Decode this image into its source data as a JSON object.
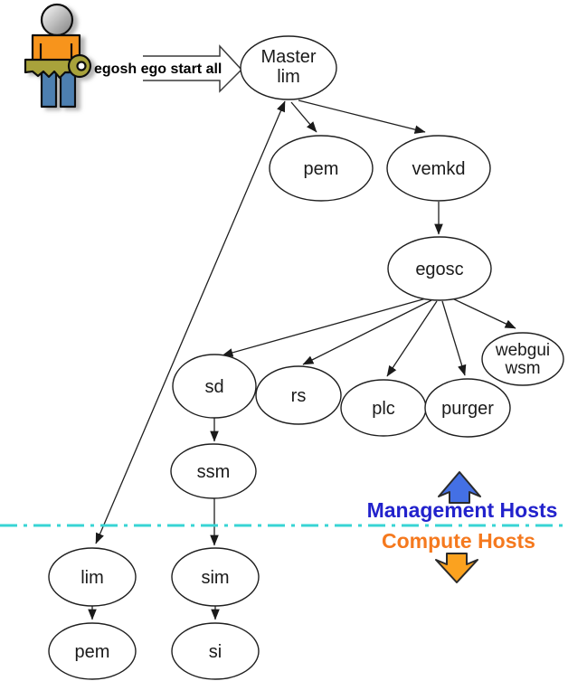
{
  "diagram": {
    "command_label": "egosh ego start all",
    "nodes": {
      "master_lim": {
        "line1": "Master",
        "line2": "lim"
      },
      "pem_management": {
        "label": "pem"
      },
      "vemkd": {
        "label": "vemkd"
      },
      "egosc": {
        "label": "egosc"
      },
      "sd": {
        "label": "sd"
      },
      "rs": {
        "label": "rs"
      },
      "plc": {
        "label": "plc"
      },
      "purger": {
        "label": "purger"
      },
      "webgui_wsm": {
        "line1": "webgui",
        "line2": "wsm"
      },
      "ssm": {
        "label": "ssm"
      },
      "lim_compute": {
        "label": "lim"
      },
      "pem_compute": {
        "label": "pem"
      },
      "sim": {
        "label": "sim"
      },
      "si": {
        "label": "si"
      }
    },
    "zones": {
      "management": {
        "label": "Management Hosts",
        "text_color": "#2222cc",
        "arrow_fill": "#4470e4"
      },
      "compute": {
        "label": "Compute Hosts",
        "text_color": "#f5791e",
        "arrow_fill": "#fba21f"
      },
      "divider_color": "#38d4d4"
    },
    "actor_icon": {
      "name": "user-with-key-icon",
      "shirt_color": "#f7941d",
      "pants_color": "#4e7fb0",
      "key_color": "#a8a23b"
    }
  }
}
